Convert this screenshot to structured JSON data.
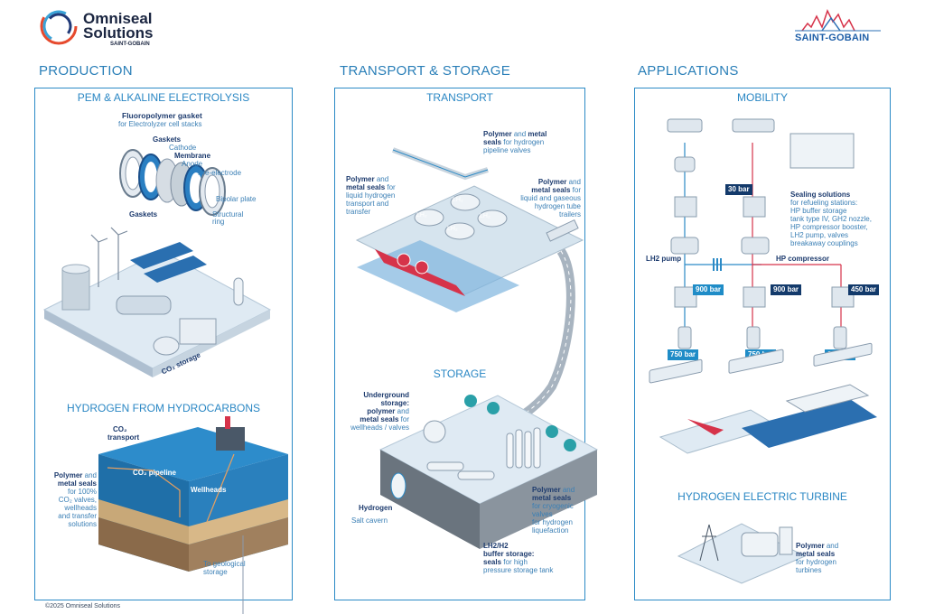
{
  "header": {
    "brand_line1": "Omniseal",
    "brand_line2": "Solutions",
    "brand_sub": "SAINT-GOBAIN",
    "partner_logo": "SAINT-GOBAIN"
  },
  "columns": {
    "production": "PRODUCTION",
    "transport_storage": "TRANSPORT & STORAGE",
    "applications": "APPLICATIONS"
  },
  "production": {
    "electrolysis_title": "PEM & ALKALINE ELECTROLYSIS",
    "gasket_bold": "Fluoropolymer gasket",
    "gasket_sub": "for Electrolyzer cell stacks",
    "gaskets_top": "Gaskets",
    "cathode": "Cathode",
    "membrane": "Membrane",
    "anode": "Anode",
    "pre_electrode": "Pre-electrode",
    "bipolar_plate": "Bipolar plate",
    "structural_ring_1": "Structural",
    "structural_ring_2": "ring",
    "gaskets_left": "Gaskets",
    "co2_storage": "CO₂ storage",
    "hydrocarbons_title": "HYDROGEN FROM HYDROCARBONS",
    "co2_transport_1": "CO₂",
    "co2_transport_2": "transport",
    "co2_pipeline": "CO₂ pipeline",
    "wellheads": "Wellheads",
    "seals_b1": "Polymer",
    "seals_t1": "and",
    "seals_b2": "metal seals",
    "seals_t2": "for 100%",
    "seals_t3": "CO₂ valves,",
    "seals_t4": "wellheads",
    "seals_t5": "and transfer",
    "seals_t6": "solutions",
    "geo_1": "To geological",
    "geo_2": "storage"
  },
  "transport": {
    "title": "TRANSPORT",
    "pipeline_b1": "Polymer",
    "pipeline_t1": "and",
    "pipeline_b2": "metal",
    "pipeline_b3": "seals",
    "pipeline_t2": "for hydrogen",
    "pipeline_t3": "pipeline valves",
    "lh2_b1": "Polymer",
    "lh2_t1": "and",
    "lh2_b2": "metal seals",
    "lh2_t2": "for",
    "lh2_t3": "liquid hydrogen",
    "lh2_t4": "transport and",
    "lh2_t5": "transfer",
    "tube_b1": "Polymer",
    "tube_t1": "and",
    "tube_b2": "metal seals",
    "tube_t2": "for",
    "tube_t3": "liquid and gaseous",
    "tube_t4": "hydrogen tube",
    "tube_t5": "trailers",
    "tank_label": "LH₂"
  },
  "storage": {
    "title": "STORAGE",
    "ug_b1": "Underground",
    "ug_b2": "storage:",
    "ug_b3": "polymer",
    "ug_t1": "and",
    "ug_b4": "metal seals",
    "ug_t2": "for",
    "ug_t3": "wellheads / valves",
    "hydrogen": "Hydrogen",
    "salt_cavern": "Salt cavern",
    "cryo_b1": "Polymer",
    "cryo_t1": "and",
    "cryo_b2": "metal seals",
    "cryo_t2": "for cryogenic",
    "cryo_t3": "valves",
    "cryo_t4": "for hydrogen",
    "cryo_t5": "liquefaction",
    "buffer_b1": "LH2/H2",
    "buffer_b2": "buffer storage:",
    "buffer_b3": "seals",
    "buffer_t1": "for high",
    "buffer_t2": "pressure storage tank"
  },
  "applications": {
    "mobility_title": "MOBILITY",
    "bar30": "30 bar",
    "sealing_b": "Sealing solutions",
    "sealing_t1": "for refueling stations:",
    "sealing_t2": "HP buffer storage",
    "sealing_t3": "tank type IV, GH2 nozzle,",
    "sealing_t4": "HP compressor booster,",
    "sealing_t5": "LH2 pump, valves",
    "sealing_t6": "breakaway couplings",
    "lh2_pump": "LH2 pump",
    "hp_compressor": "HP compressor",
    "bar900a": "900 bar",
    "bar900b": "900 bar",
    "bar450": "450 bar",
    "bar750a": "750 bar",
    "bar750b": "750 bar",
    "bar350": "350 bar",
    "turbine_title": "HYDROGEN ELECTRIC TURBINE",
    "turbine_b1": "Polymer",
    "turbine_t1": "and",
    "turbine_b2": "metal seals",
    "turbine_t2": "for hydrogen",
    "turbine_t3": "turbines"
  },
  "footer": {
    "copyright": "©2025 Omniseal Solutions"
  },
  "colors": {
    "accent": "#2b8ac6",
    "navy": "#133a6b",
    "red": "#d6334a"
  }
}
